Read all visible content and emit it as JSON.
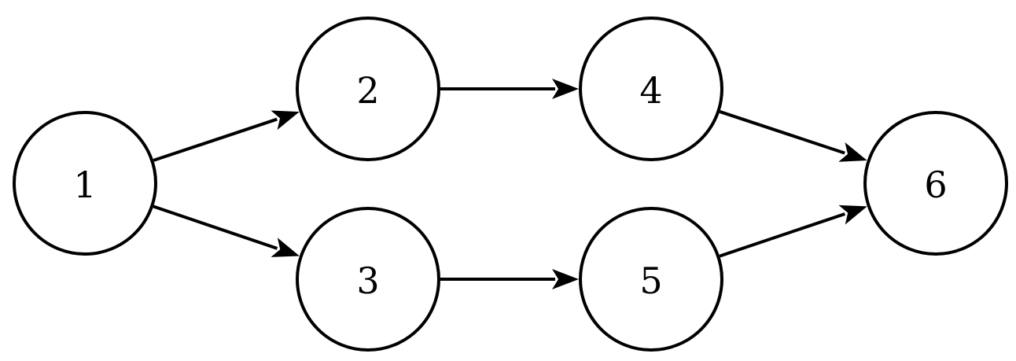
{
  "diagram": {
    "type": "directed-graph",
    "nodes": [
      {
        "id": "1",
        "label": "1"
      },
      {
        "id": "2",
        "label": "2"
      },
      {
        "id": "3",
        "label": "3"
      },
      {
        "id": "4",
        "label": "4"
      },
      {
        "id": "5",
        "label": "5"
      },
      {
        "id": "6",
        "label": "6"
      }
    ],
    "edges": [
      {
        "from": "1",
        "to": "2"
      },
      {
        "from": "1",
        "to": "3"
      },
      {
        "from": "2",
        "to": "4"
      },
      {
        "from": "3",
        "to": "5"
      },
      {
        "from": "4",
        "to": "6"
      },
      {
        "from": "5",
        "to": "6"
      }
    ],
    "colors": {
      "stroke": "#000000",
      "fill": "#ffffff",
      "background": "#ffffff"
    }
  }
}
